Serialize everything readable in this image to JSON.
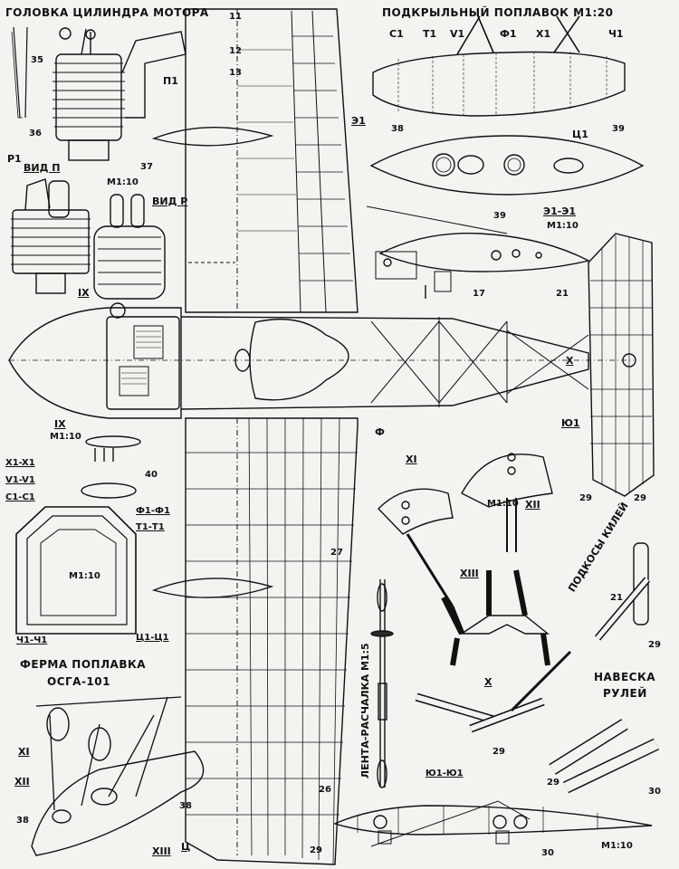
{
  "titles": {
    "engine_head": "ГОЛОВКА ЦИЛИНДРА МОТОРА",
    "wing_float": "ПОДКРЫЛЬНЫЙ ПОПЛАВОК М1:20",
    "view_p1": "ВИД П",
    "view_r": "ВИД Р",
    "float_truss_1": "ФЕРМА ПОПЛАВКА",
    "float_truss_2": "ОСГА-101",
    "ribbon_brace": "ЛЕНТА-РАСЧАЛКА М1:5",
    "fin_struts": "ПОДКОСЫ КИЛЕЙ",
    "rudder_hinge_1": "НАВЕСКА",
    "rudder_hinge_2": "РУЛЕЙ"
  },
  "scales": {
    "m110_top": "М1:10",
    "m110_ix": "М1:10",
    "m110_float_section": "М1:10",
    "m110_e1": "М1:10",
    "m110_xii": "М1:10",
    "m110_bottom": "М1:10"
  },
  "sections": {
    "ix": "IX",
    "x": "X",
    "xi": "XI",
    "xii": "XII",
    "xiii": "XIII",
    "e1_e1": "Э1-Э1",
    "e1": "Э1",
    "f": "Ф",
    "ts1": "Ц1",
    "ts": "Ц",
    "yu1": "Ю1",
    "yu1_yu1": "Ю1-Ю1",
    "x1_x1": "X1-X1",
    "v1_v1": "V1-V1",
    "c1_c1": "С1-С1",
    "f1_f1": "Ф1-Ф1",
    "t1_t1": "Т1-Т1",
    "ch1_ch1": "Ч1-Ч1",
    "ts1_ts1": "Ц1-Ц1",
    "p1": "П1",
    "r1": "Р1"
  },
  "float_stations": [
    "С1",
    "Т1",
    "V1",
    "Ф1",
    "Х1",
    "Ч1"
  ],
  "numbers": {
    "n11": "11",
    "n12": "12",
    "n13": "13",
    "n17": "17",
    "n21a": "21",
    "n21b": "21",
    "n26": "26",
    "n27": "27",
    "n29a": "29",
    "n29b": "29",
    "n29c": "29",
    "n29d": "29",
    "n29e": "29",
    "n29f": "29",
    "n30a": "30",
    "n30b": "30",
    "n35": "35",
    "n36": "36",
    "n37": "37",
    "n38a": "38",
    "n38b": "38",
    "n38c": "38",
    "n39a": "39",
    "n39b": "39",
    "n40": "40"
  },
  "colors": {
    "ink": "#111111",
    "paper": "#f4f3ef",
    "fill_dark": "#2a2a2a"
  }
}
